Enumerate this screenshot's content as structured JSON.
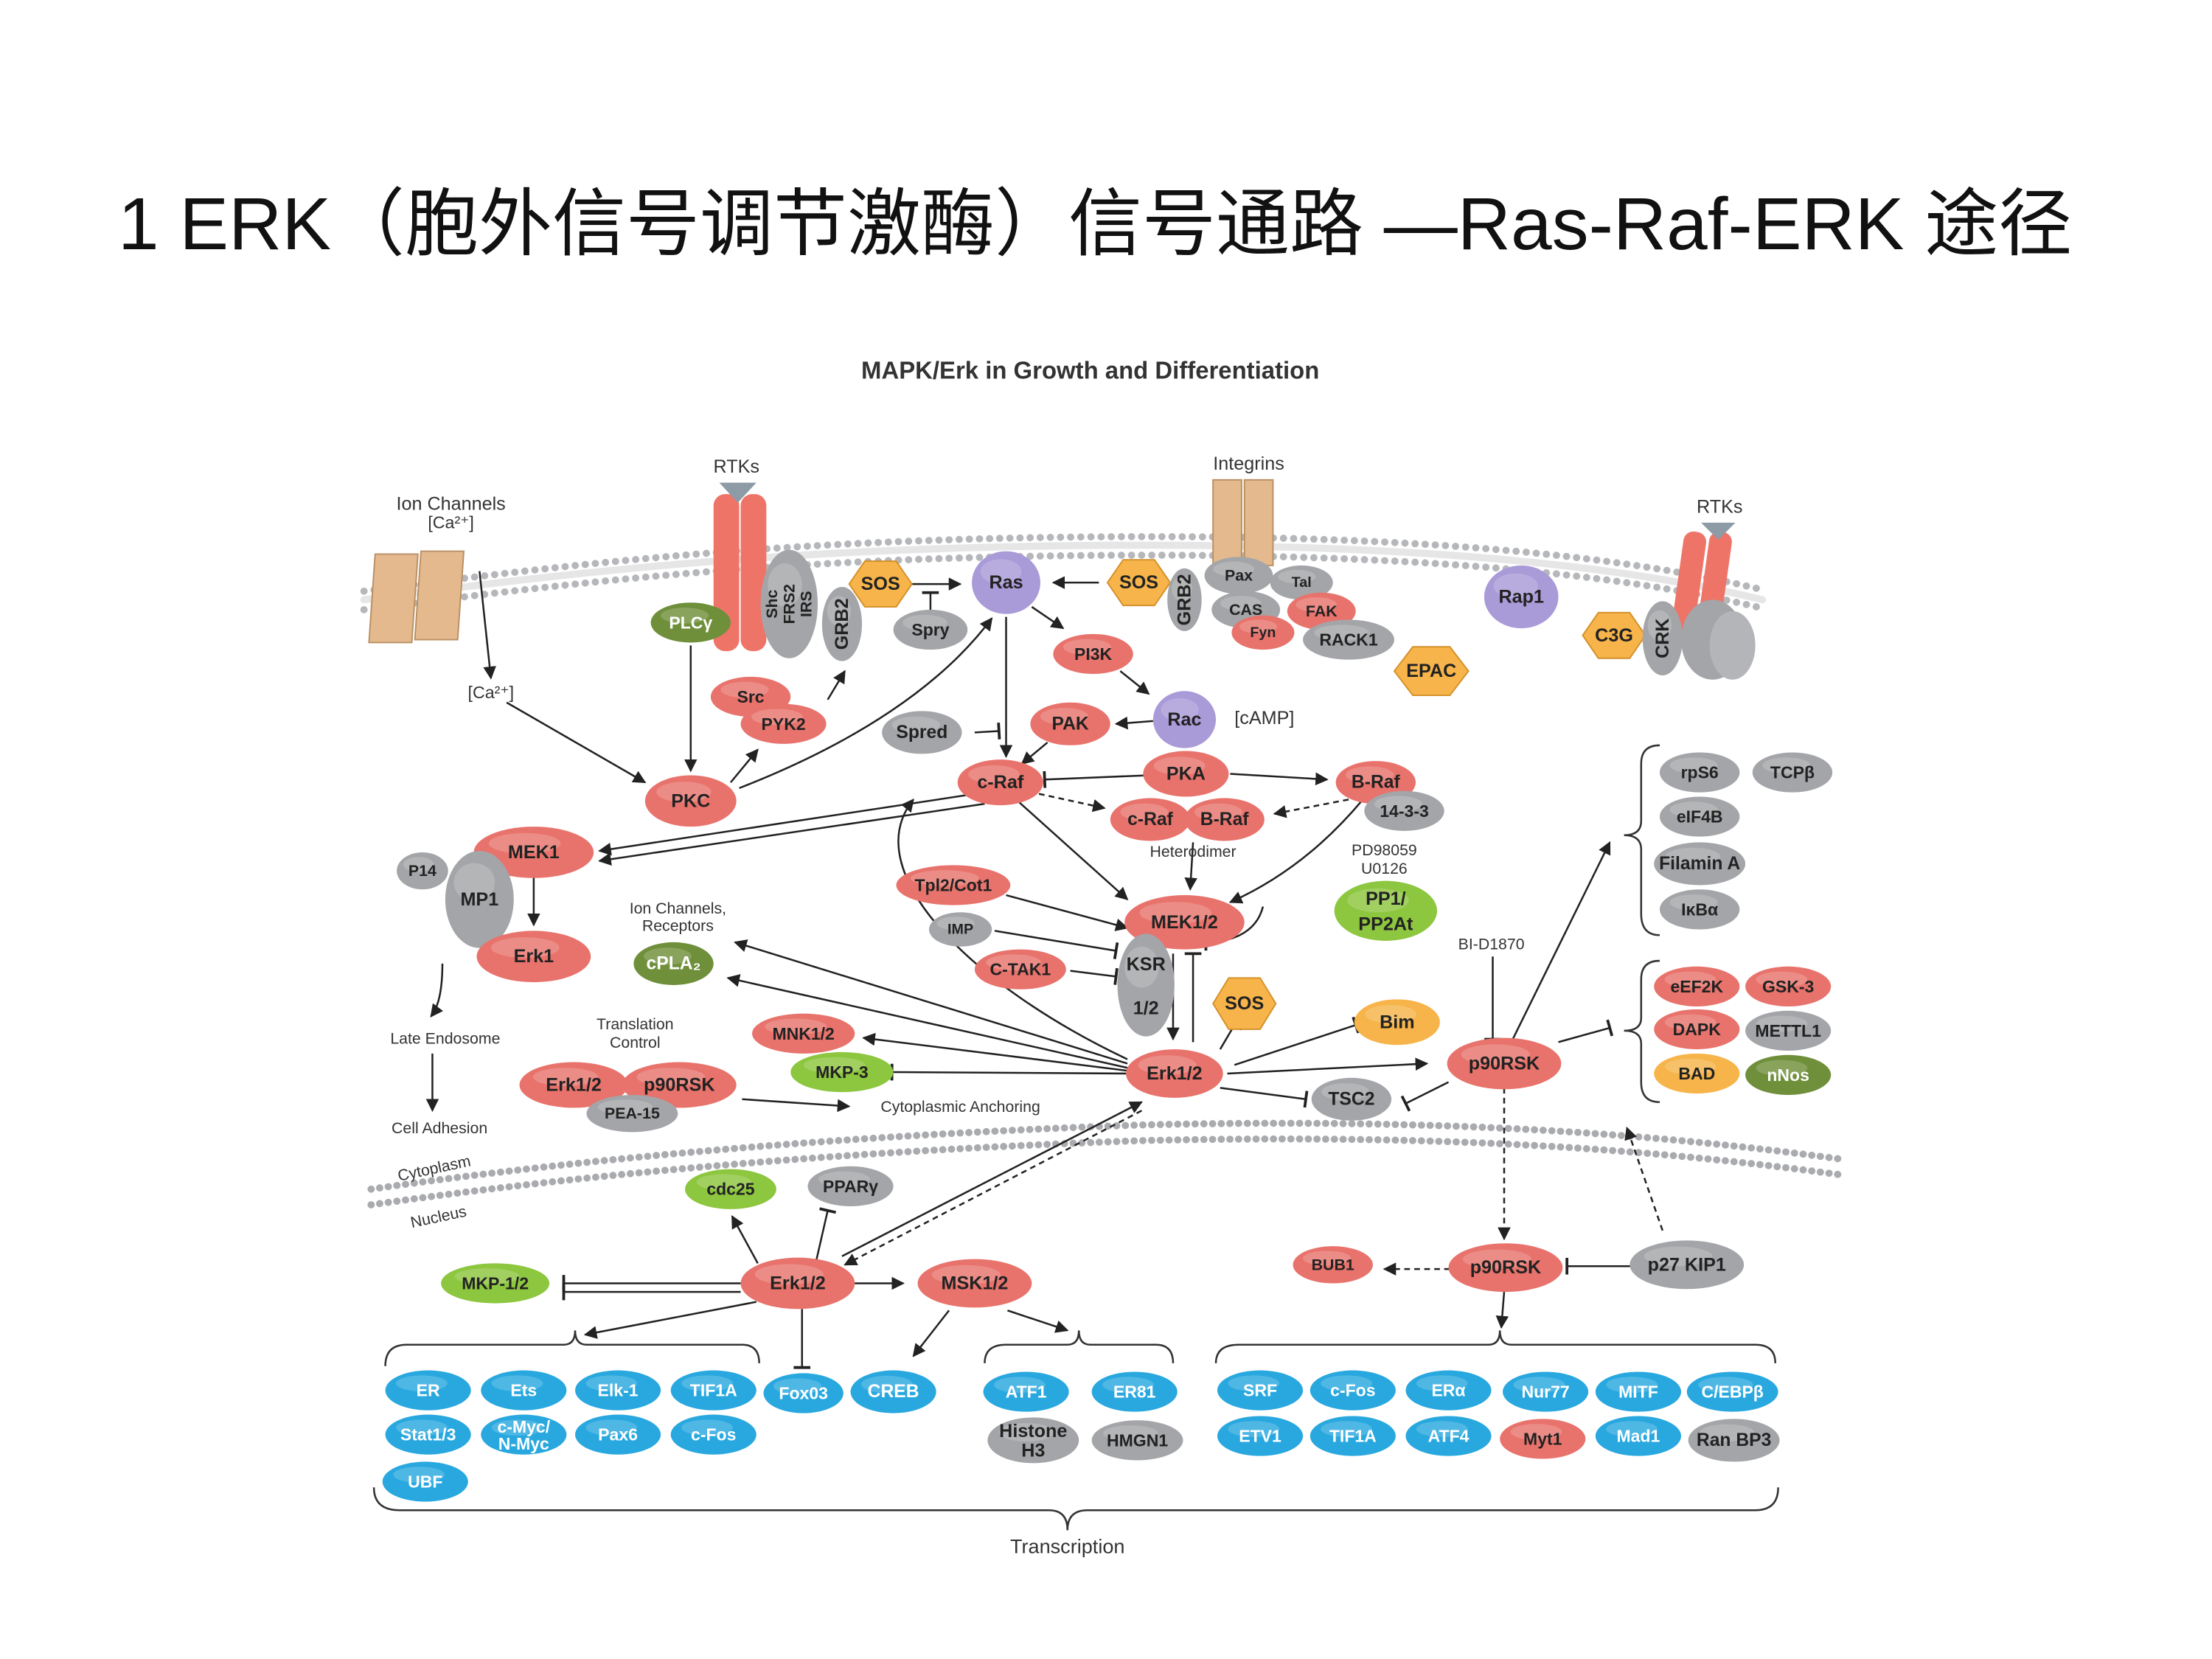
{
  "slide": {
    "title": "1 ERK（胞外信号调节激酶）信号通路 —Ras-Raf-ERK 途径"
  },
  "diagram": {
    "title": "MAPK/Erk in Growth and Differentiation",
    "colors": {
      "kinase": "#e8736c",
      "adaptor": "#a3a5a8",
      "gtpase": "#a99ad8",
      "phosphatase": "#8dc63f",
      "olive": "#6f8f3a",
      "gef": "#f6b44a",
      "transcription_factor": "#29a8df",
      "receptor": "#ef7468",
      "channel": "#e3b98d"
    },
    "labels": {
      "rtks_left": "RTKs",
      "integrins": "Integrins",
      "rtks_right": "RTKs",
      "ion_channels": "Ion Channels",
      "ca_top": "[Ca²⁺]",
      "ca_mid": "[Ca²⁺]",
      "camp": "[cAMP]",
      "heterodimer": "Heterodimer",
      "pd98059": "PD98059",
      "u0126": "U0126",
      "bi_d1870": "BI-D1870",
      "ion_channels_receptors_1": "Ion Channels,",
      "ion_channels_receptors_2": "Receptors",
      "translation_1": "Translation",
      "translation_2": "Control",
      "late_endosome": "Late Endosome",
      "cell_adhesion": "Cell Adhesion",
      "cytoplasmic_anchoring": "Cytoplasmic Anchoring",
      "cytoplasm": "Cytoplasm",
      "nucleus": "Nucleus",
      "transcription": "Transcription"
    },
    "nodes": {
      "plcg": "PLCγ",
      "shc": "Shc",
      "frs2": "FRS2",
      "irs": "IRS",
      "grb2a": "GRB2",
      "sos1": "SOS",
      "spry": "Spry",
      "ras": "Ras",
      "sos2": "SOS",
      "grb2b": "GRB2",
      "pax": "Pax",
      "tal": "Tal",
      "cas": "CAS",
      "fak": "FAK",
      "fyn": "Fyn",
      "rack1": "RACK1",
      "rap1": "Rap1",
      "c3g": "C3G",
      "crk": "CRK",
      "pi3k": "PI3K",
      "rac": "Rac",
      "epac": "EPAC",
      "src": "Src",
      "pyk2": "PYK2",
      "pkc": "PKC",
      "spred": "Spred",
      "pak": "PAK",
      "craf": "c-Raf",
      "pka": "PKA",
      "braf": "B-Raf",
      "p1433": "14-3-3",
      "craf2": "c-Raf",
      "braf2": "B-Raf",
      "mek1": "MEK1",
      "p14": "P14",
      "mp1": "MP1",
      "erk1": "Erk1",
      "tpl2": "Tpl2/Cot1",
      "mek12": "MEK1/2",
      "pp1": "PP1/",
      "pp2at": "PP2At",
      "imp": "IMP",
      "ctak1": "C-TAK1",
      "ksr": "KSR",
      "ksr2": "1/2",
      "sos3": "SOS",
      "bim": "Bim",
      "cpla2": "cPLA₂",
      "mnk": "MNK1/2",
      "mkp3": "MKP-3",
      "erk12a": "Erk1/2",
      "p90a": "p90RSK",
      "pea15": "PEA-15",
      "erk12": "Erk1/2",
      "p90rsk": "p90RSK",
      "tsc2": "TSC2",
      "rps6": "rpS6",
      "tcpb": "TCPβ",
      "eif4b": "eIF4B",
      "filamin": "Filamin A",
      "ikba": "IκBα",
      "eef2k": "eEF2K",
      "gsk3": "GSK-3",
      "dapk": "DAPK",
      "mettl1": "METTL1",
      "bad": "BAD",
      "nnos": "nNos",
      "cdc25": "cdc25",
      "pparg": "PPARγ",
      "mkp12": "MKP-1/2",
      "erk12n": "Erk1/2",
      "msk": "MSK1/2",
      "bub1": "BUB1",
      "p90n": "p90RSK",
      "p27": "p27 KIP1",
      "er": "ER",
      "ets": "Ets",
      "elk1": "Elk-1",
      "tif1a": "TIF1A",
      "stat": "Stat1/3",
      "cmyc": "c-Myc/",
      "nmyc": "N-Myc",
      "pax6": "Pax6",
      "cfos": "c-Fos",
      "ubf": "UBF",
      "fox03": "Fox03",
      "creb": "CREB",
      "atf1": "ATF1",
      "er81": "ER81",
      "histone": "Histone",
      "h3": "H3",
      "hmgn1": "HMGN1",
      "srf": "SRF",
      "cfos2": "c-Fos",
      "era": "ERα",
      "nur77": "Nur77",
      "mitf": "MITF",
      "cebpb": "C/EBPβ",
      "etv1": "ETV1",
      "tif1a2": "TIF1A",
      "atf4": "ATF4",
      "myt1": "Myt1",
      "mad1": "Mad1",
      "ranbp3": "Ran BP3"
    }
  }
}
